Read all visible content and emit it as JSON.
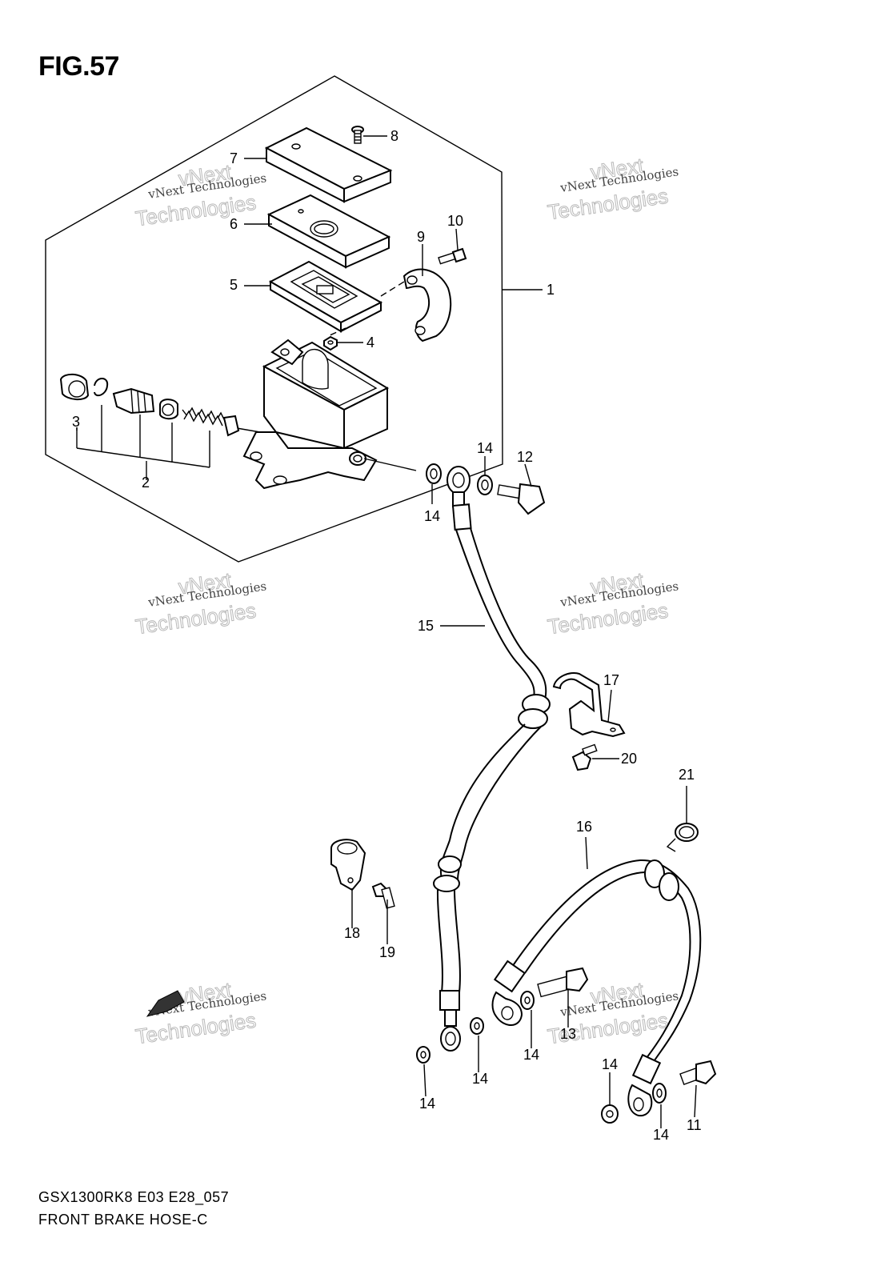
{
  "figure": {
    "title": "FIG.57",
    "code": "GSX1300RK8 E03 E28_057",
    "name": "FRONT BRAKE HOSE-C"
  },
  "callouts": [
    "1",
    "2",
    "3",
    "4",
    "5",
    "6",
    "7",
    "8",
    "9",
    "10",
    "11",
    "12",
    "13",
    "14",
    "15",
    "16",
    "17",
    "18",
    "19",
    "20",
    "21"
  ],
  "watermark": {
    "line1": "vNext Technologies",
    "line2": "Technologies",
    "line3": "vNext"
  }
}
